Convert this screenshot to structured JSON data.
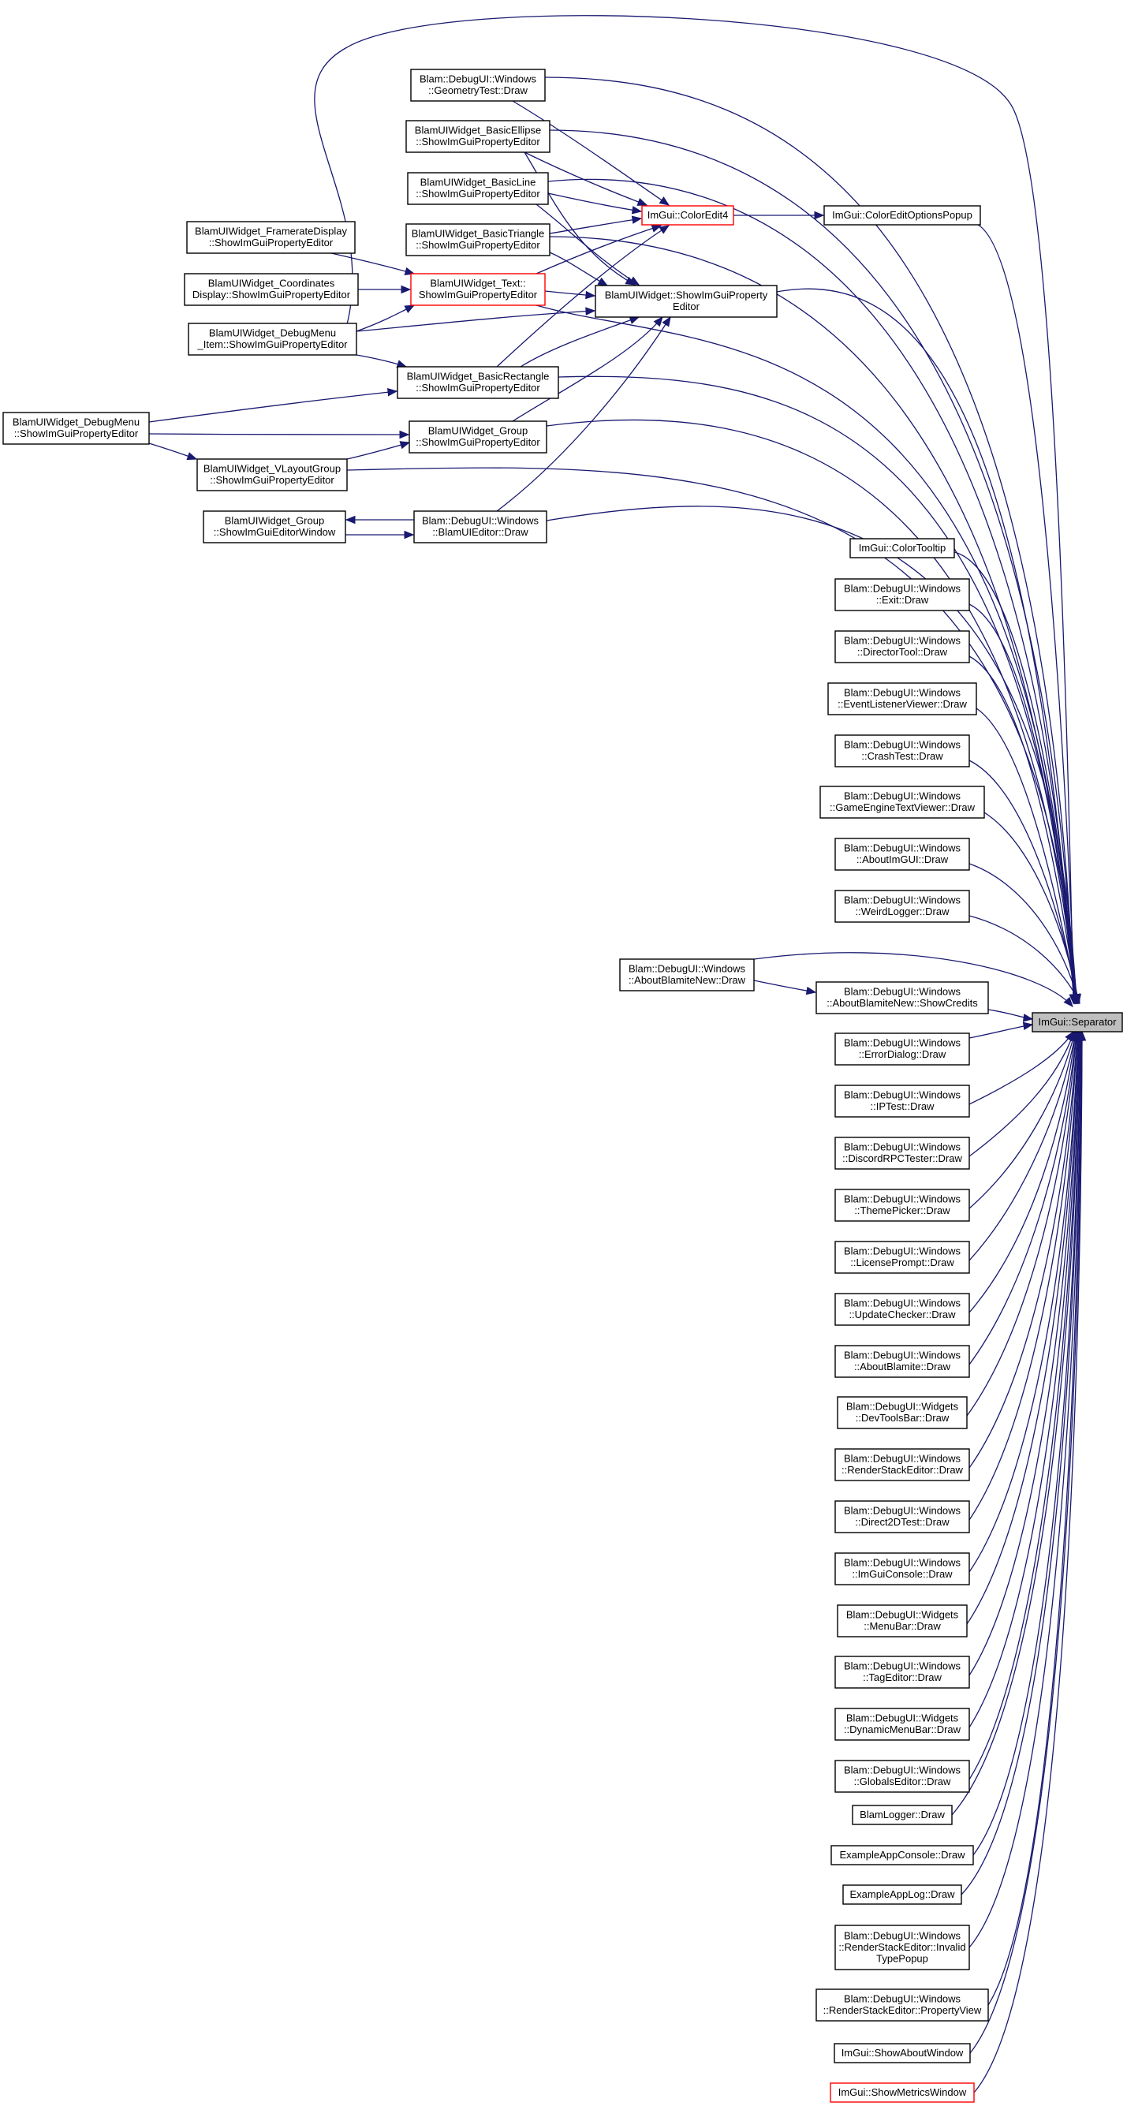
{
  "graph": {
    "title": "ImGui::Separator",
    "colors": {
      "edge": "#191970",
      "node_border": "#000000",
      "highlight_border": "#ff0000",
      "target_fill": "#bfbfbf",
      "background": "#ffffff"
    },
    "nodes": [
      {
        "id": "sep",
        "lines": [
          "ImGui::Separator"
        ],
        "style": "target"
      },
      {
        "id": "geom",
        "lines": [
          "Blam::DebugUI::Windows",
          "::GeometryTest::Draw"
        ]
      },
      {
        "id": "ellipse",
        "lines": [
          "BlamUIWidget_BasicEllipse",
          "::ShowImGuiPropertyEditor"
        ]
      },
      {
        "id": "line",
        "lines": [
          "BlamUIWidget_BasicLine",
          "::ShowImGuiPropertyEditor"
        ]
      },
      {
        "id": "coloredit4",
        "lines": [
          "ImGui::ColorEdit4"
        ],
        "style": "red"
      },
      {
        "id": "coloropts",
        "lines": [
          "ImGui::ColorEditOptionsPopup"
        ]
      },
      {
        "id": "triangle",
        "lines": [
          "BlamUIWidget_BasicTriangle",
          "::ShowImGuiPropertyEditor"
        ]
      },
      {
        "id": "fps",
        "lines": [
          "BlamUIWidget_FramerateDisplay",
          "::ShowImGuiPropertyEditor"
        ]
      },
      {
        "id": "coords",
        "lines": [
          "BlamUIWidget_Coordinates",
          "Display::ShowImGuiPropertyEditor"
        ]
      },
      {
        "id": "text",
        "lines": [
          "BlamUIWidget_Text::",
          "ShowImGuiPropertyEditor"
        ],
        "style": "red"
      },
      {
        "id": "showprop",
        "lines": [
          "BlamUIWidget::ShowImGuiProperty",
          "Editor"
        ]
      },
      {
        "id": "dbgitem",
        "lines": [
          "BlamUIWidget_DebugMenu",
          "_Item::ShowImGuiPropertyEditor"
        ]
      },
      {
        "id": "rect",
        "lines": [
          "BlamUIWidget_BasicRectangle",
          "::ShowImGuiPropertyEditor"
        ]
      },
      {
        "id": "dbgmenu",
        "lines": [
          "BlamUIWidget_DebugMenu",
          "::ShowImGuiPropertyEditor"
        ]
      },
      {
        "id": "group",
        "lines": [
          "BlamUIWidget_Group",
          "::ShowImGuiPropertyEditor"
        ]
      },
      {
        "id": "vlayout",
        "lines": [
          "BlamUIWidget_VLayoutGroup",
          "::ShowImGuiPropertyEditor"
        ]
      },
      {
        "id": "groupwin",
        "lines": [
          "BlamUIWidget_Group",
          "::ShowImGuiEditorWindow"
        ]
      },
      {
        "id": "uieditor",
        "lines": [
          "Blam::DebugUI::Windows",
          "::BlamUIEditor::Draw"
        ]
      },
      {
        "id": "tooltip",
        "lines": [
          "ImGui::ColorTooltip"
        ]
      },
      {
        "id": "exit",
        "lines": [
          "Blam::DebugUI::Windows",
          "::Exit::Draw"
        ]
      },
      {
        "id": "director",
        "lines": [
          "Blam::DebugUI::Windows",
          "::DirectorTool::Draw"
        ]
      },
      {
        "id": "evlisten",
        "lines": [
          "Blam::DebugUI::Windows",
          "::EventListenerViewer::Draw"
        ]
      },
      {
        "id": "crash",
        "lines": [
          "Blam::DebugUI::Windows",
          "::CrashTest::Draw"
        ]
      },
      {
        "id": "getext",
        "lines": [
          "Blam::DebugUI::Windows",
          "::GameEngineTextViewer::Draw"
        ]
      },
      {
        "id": "aboutimgui",
        "lines": [
          "Blam::DebugUI::Windows",
          "::AboutImGUI::Draw"
        ]
      },
      {
        "id": "weird",
        "lines": [
          "Blam::DebugUI::Windows",
          "::WeirdLogger::Draw"
        ]
      },
      {
        "id": "abnew",
        "lines": [
          "Blam::DebugUI::Windows",
          "::AboutBlamiteNew::Draw"
        ]
      },
      {
        "id": "credits",
        "lines": [
          "Blam::DebugUI::Windows",
          "::AboutBlamiteNew::ShowCredits"
        ]
      },
      {
        "id": "errdlg",
        "lines": [
          "Blam::DebugUI::Windows",
          "::ErrorDialog::Draw"
        ]
      },
      {
        "id": "iptest",
        "lines": [
          "Blam::DebugUI::Windows",
          "::IPTest::Draw"
        ]
      },
      {
        "id": "discord",
        "lines": [
          "Blam::DebugUI::Windows",
          "::DiscordRPCTester::Draw"
        ]
      },
      {
        "id": "theme",
        "lines": [
          "Blam::DebugUI::Windows",
          "::ThemePicker::Draw"
        ]
      },
      {
        "id": "license",
        "lines": [
          "Blam::DebugUI::Windows",
          "::LicensePrompt::Draw"
        ]
      },
      {
        "id": "update",
        "lines": [
          "Blam::DebugUI::Windows",
          "::UpdateChecker::Draw"
        ]
      },
      {
        "id": "aboutbl",
        "lines": [
          "Blam::DebugUI::Windows",
          "::AboutBlamite::Draw"
        ]
      },
      {
        "id": "devtools",
        "lines": [
          "Blam::DebugUI::Widgets",
          "::DevToolsBar::Draw"
        ]
      },
      {
        "id": "rstack",
        "lines": [
          "Blam::DebugUI::Windows",
          "::RenderStackEditor::Draw"
        ]
      },
      {
        "id": "d2d",
        "lines": [
          "Blam::DebugUI::Windows",
          "::Direct2DTest::Draw"
        ]
      },
      {
        "id": "console",
        "lines": [
          "Blam::DebugUI::Windows",
          "::ImGuiConsole::Draw"
        ]
      },
      {
        "id": "menubar",
        "lines": [
          "Blam::DebugUI::Widgets",
          "::MenuBar::Draw"
        ]
      },
      {
        "id": "tageditor",
        "lines": [
          "Blam::DebugUI::Windows",
          "::TagEditor::Draw"
        ]
      },
      {
        "id": "dynmenu",
        "lines": [
          "Blam::DebugUI::Widgets",
          "::DynamicMenuBar::Draw"
        ]
      },
      {
        "id": "globals",
        "lines": [
          "Blam::DebugUI::Windows",
          "::GlobalsEditor::Draw"
        ]
      },
      {
        "id": "logger",
        "lines": [
          "BlamLogger::Draw"
        ]
      },
      {
        "id": "eac",
        "lines": [
          "ExampleAppConsole::Draw"
        ]
      },
      {
        "id": "eal",
        "lines": [
          "ExampleAppLog::Draw"
        ]
      },
      {
        "id": "invalid",
        "lines": [
          "Blam::DebugUI::Windows",
          "::RenderStackEditor::Invalid",
          "TypePopup"
        ]
      },
      {
        "id": "propview",
        "lines": [
          "Blam::DebugUI::Windows",
          "::RenderStackEditor::PropertyView"
        ]
      },
      {
        "id": "showabout",
        "lines": [
          "ImGui::ShowAboutWindow"
        ]
      },
      {
        "id": "showmetrics",
        "lines": [
          "ImGui::ShowMetricsWindow"
        ],
        "style": "red"
      }
    ]
  }
}
